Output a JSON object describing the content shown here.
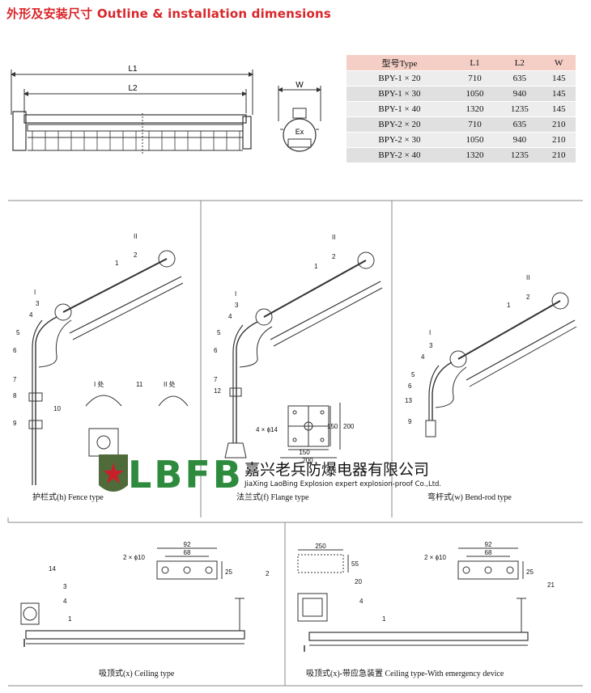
{
  "title": "外形及安装尺寸 Outline & installation dimensions",
  "table": {
    "headers": [
      "型号Type",
      "L1",
      "L2",
      "W"
    ],
    "rows": [
      [
        "BPY-1 × 20",
        "710",
        "635",
        "145"
      ],
      [
        "BPY-1 × 30",
        "1050",
        "940",
        "145"
      ],
      [
        "BPY-1 × 40",
        "1320",
        "1235",
        "145"
      ],
      [
        "BPY-2 × 20",
        "710",
        "635",
        "210"
      ],
      [
        "BPY-2 × 30",
        "1050",
        "940",
        "210"
      ],
      [
        "BPY-2 × 40",
        "1320",
        "1235",
        "210"
      ]
    ]
  },
  "outline": {
    "l1_label": "L1",
    "l2_label": "L2",
    "w_label": "W",
    "ex_label": "Ex"
  },
  "panels": {
    "fence": {
      "caption": "护栏式(h) Fence type",
      "detail_I": "I 处",
      "detail_II": "II 处"
    },
    "flange": {
      "caption": "法兰式(f) Flange type",
      "hole_label": "4 × ϕ14",
      "dim_150a": "150",
      "dim_200a": "200",
      "dim_150b": "150",
      "dim_200b": "200"
    },
    "bend": {
      "caption": "弯杆式(w) Bend-rod type"
    },
    "ceiling": {
      "caption": "吸顶式(x) Ceiling type",
      "hole_label": "2 × ϕ10",
      "dim_92": "92",
      "dim_68": "68",
      "dim_25": "25"
    },
    "ceiling_emergency": {
      "caption": "吸顶式(x)-带应急装置 Ceiling type-With emergency device",
      "hole_label": "2 × ϕ10",
      "dim_92": "92",
      "dim_68": "68",
      "dim_25": "25",
      "dim_250": "250",
      "dim_55": "55"
    }
  },
  "watermark": {
    "logo": "LBFB",
    "company_cn": "嘉兴老兵防爆电器有限公司",
    "company_en": "JiaXing LaoBing  Explosion expert  explosion-proof Co.,Ltd."
  },
  "colors": {
    "title": "#d9262a",
    "table_header": "#f5cfc6",
    "logo_green": "#2e8b3e",
    "star_red": "#c8202a"
  }
}
